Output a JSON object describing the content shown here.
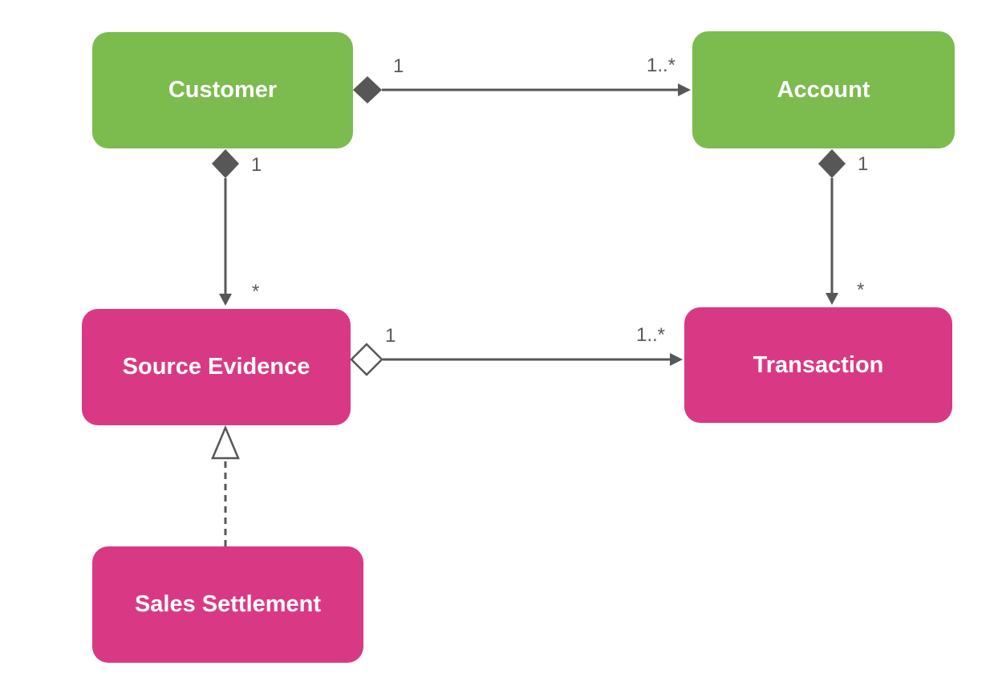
{
  "diagram": {
    "kind": "uml-class-diagram",
    "background_color": "#ffffff",
    "colors": {
      "entity_green": "#7CBB4E",
      "entity_pink": "#D93984",
      "connector_gray": "#575757",
      "multiplicity_text": "#595959",
      "box_text": "#ffffff"
    },
    "classes": [
      {
        "id": "customer",
        "label": "Customer",
        "color": "green"
      },
      {
        "id": "account",
        "label": "Account",
        "color": "green"
      },
      {
        "id": "source-evidence",
        "label": "Source Evidence",
        "color": "pink"
      },
      {
        "id": "transaction",
        "label": "Transaction",
        "color": "pink"
      },
      {
        "id": "sales-settlement",
        "label": "Sales Settlement",
        "color": "pink"
      }
    ],
    "relationships": [
      {
        "id": "customer-account",
        "type": "composition",
        "from": "Customer",
        "to": "Account",
        "from_multiplicity": "1",
        "to_multiplicity": "1..*"
      },
      {
        "id": "customer-source-evidence",
        "type": "composition",
        "from": "Customer",
        "to": "Source Evidence",
        "from_multiplicity": "1",
        "to_multiplicity": "*"
      },
      {
        "id": "account-transaction",
        "type": "composition",
        "from": "Account",
        "to": "Transaction",
        "from_multiplicity": "1",
        "to_multiplicity": "*"
      },
      {
        "id": "source-evidence-transaction",
        "type": "aggregation",
        "from": "Source Evidence",
        "to": "Transaction",
        "from_multiplicity": "1",
        "to_multiplicity": "1..*"
      },
      {
        "id": "sales-settlement-generalization",
        "type": "generalization",
        "from": "Sales Settlement",
        "to": "Source Evidence",
        "from_multiplicity": "",
        "to_multiplicity": ""
      }
    ]
  }
}
